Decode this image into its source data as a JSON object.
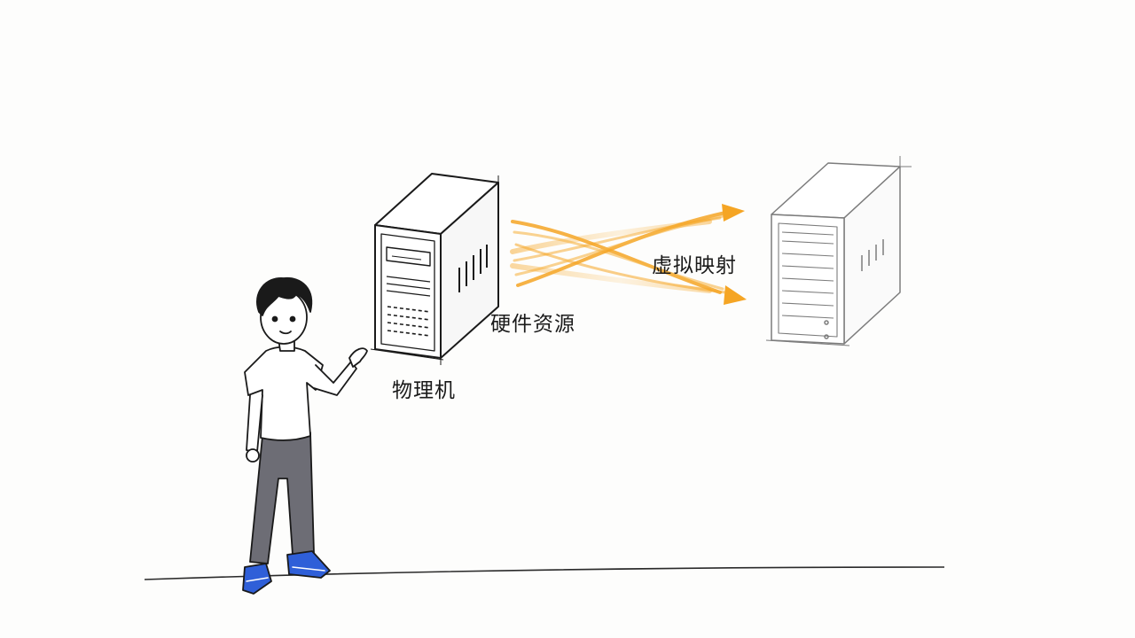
{
  "labels": {
    "physical_machine": "物理机",
    "hardware_resources": "硬件资源",
    "virtual_mapping": "虚拟映射"
  },
  "colors": {
    "arrow_orange": "#f5a524",
    "ink": "#1a1a1a",
    "faded_ink": "#8a8a8a",
    "shoe_blue": "#2f5fd8",
    "pants_gray": "#6d6d75"
  },
  "icons": [
    "physical-server-icon",
    "virtual-server-icon",
    "person-figure",
    "mapping-arrows"
  ]
}
